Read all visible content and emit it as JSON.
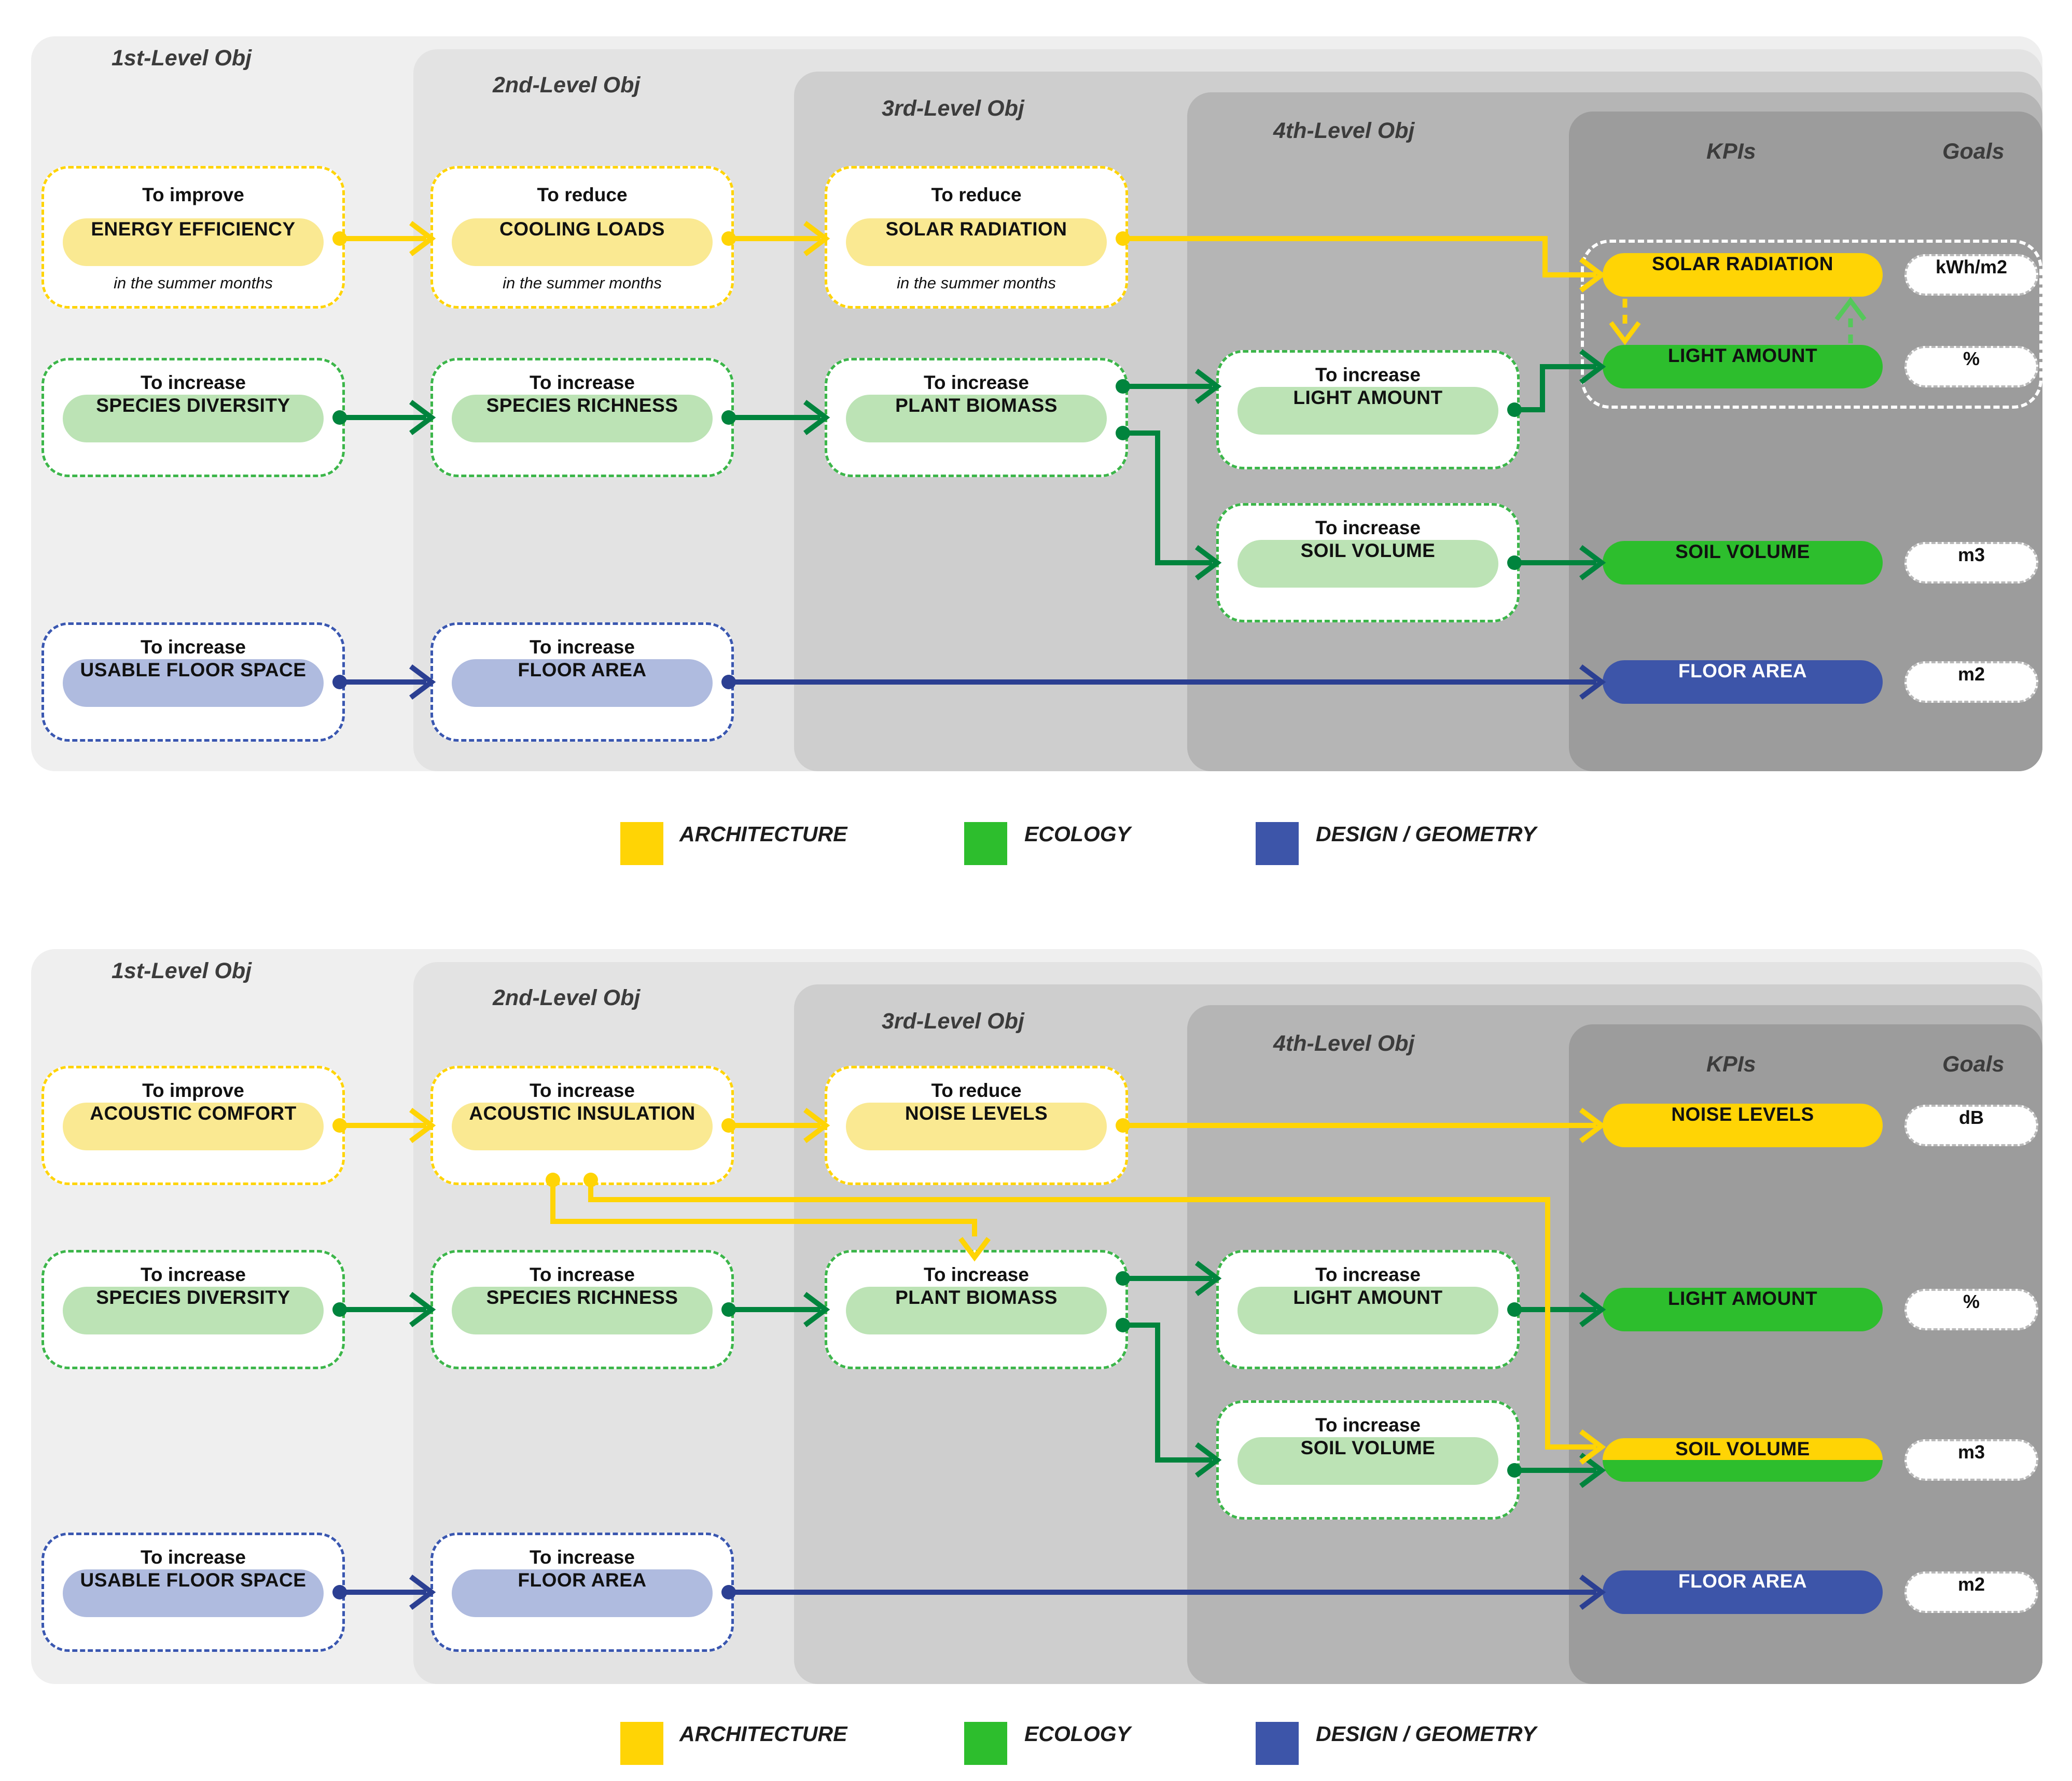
{
  "colors": {
    "panel_levels": [
      "#efefef",
      "#e3e3e3",
      "#cecece",
      "#b5b5b5",
      "#9c9c9c"
    ],
    "yellow": "#ffd405",
    "yellow_fill": "#fae992",
    "green_dark": "#00843d",
    "green_border": "#3cb64a",
    "green_fill": "#bce3b5",
    "green_kpi": "#2dbe2d",
    "green_dashed": "#55c85a",
    "blue_line": "#2b3f92",
    "blue_border": "#3a57b0",
    "blue_fill": "#afbbdf",
    "blue_kpi": "#3d55a9",
    "header_text": "#3c3c3c",
    "goal_border": "#b9b9b9"
  },
  "levels": [
    "1st-Level Obj",
    "2nd-Level Obj",
    "3rd-Level Obj",
    "4th-Level Obj",
    "KPIs",
    "Goals"
  ],
  "legend": [
    {
      "label": "ARCHITECTURE"
    },
    {
      "label": "ECOLOGY"
    },
    {
      "label": "DESIGN / GEOMETRY"
    }
  ],
  "top": {
    "boxes": {
      "energy": {
        "action": "To improve",
        "label": "ENERGY EFFICIENCY",
        "note": "in the summer months"
      },
      "cooling": {
        "action": "To reduce",
        "label": "COOLING LOADS",
        "note": "in the summer months"
      },
      "solar": {
        "action": "To reduce",
        "label": "SOLAR RADIATION",
        "note": "in the summer months"
      },
      "diversity": {
        "action": "To increase",
        "label": "SPECIES DIVERSITY"
      },
      "richness": {
        "action": "To increase",
        "label": "SPECIES RICHNESS"
      },
      "biomass": {
        "action": "To increase",
        "label": "PLANT BIOMASS"
      },
      "light": {
        "action": "To increase",
        "label": "LIGHT AMOUNT"
      },
      "soil": {
        "action": "To increase",
        "label": "SOIL VOLUME"
      },
      "usable": {
        "action": "To increase",
        "label": "USABLE FLOOR SPACE"
      },
      "floor": {
        "action": "To increase",
        "label": "FLOOR AREA"
      }
    },
    "kpis": {
      "solar": {
        "label": "SOLAR RADIATION",
        "goal": "kWh/m2"
      },
      "light": {
        "label": "LIGHT AMOUNT",
        "goal": "%"
      },
      "soil": {
        "label": "SOIL VOLUME",
        "goal": "m3"
      },
      "floor": {
        "label": "FLOOR AREA",
        "goal": "m2"
      }
    }
  },
  "bottom": {
    "boxes": {
      "acoustic": {
        "action": "To improve",
        "label": "ACOUSTIC COMFORT"
      },
      "insulation": {
        "action": "To increase",
        "label": "ACOUSTIC INSULATION"
      },
      "noise": {
        "action": "To reduce",
        "label": "NOISE LEVELS"
      },
      "diversity": {
        "action": "To increase",
        "label": "SPECIES DIVERSITY"
      },
      "richness": {
        "action": "To increase",
        "label": "SPECIES RICHNESS"
      },
      "biomass": {
        "action": "To increase",
        "label": "PLANT BIOMASS"
      },
      "light": {
        "action": "To increase",
        "label": "LIGHT AMOUNT"
      },
      "soil": {
        "action": "To increase",
        "label": "SOIL VOLUME"
      },
      "usable": {
        "action": "To increase",
        "label": "USABLE FLOOR SPACE"
      },
      "floor": {
        "action": "To increase",
        "label": "FLOOR AREA"
      }
    },
    "kpis": {
      "noise": {
        "label": "NOISE LEVELS",
        "goal": "dB"
      },
      "light": {
        "label": "LIGHT AMOUNT",
        "goal": "%"
      },
      "soil": {
        "label": "SOIL VOLUME",
        "goal": "m3"
      },
      "floor": {
        "label": "FLOOR AREA",
        "goal": "m2"
      }
    }
  }
}
